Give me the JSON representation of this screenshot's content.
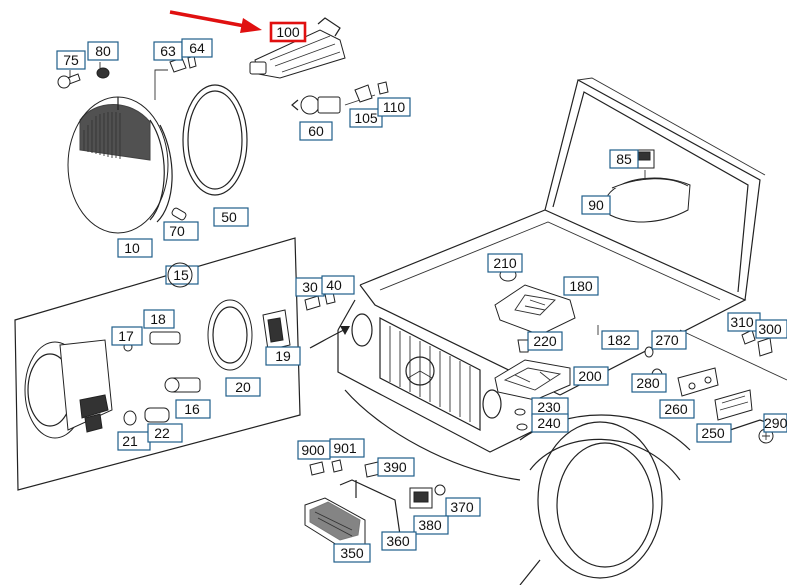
{
  "callouts": {
    "c100": "100",
    "c75": "75",
    "c80": "80",
    "c63": "63",
    "c64": "64",
    "c60": "60",
    "c105": "105",
    "c110": "110",
    "c85": "85",
    "c90": "90",
    "c70": "70",
    "c50": "50",
    "c10": "10",
    "c15": "15",
    "c18": "18",
    "c17": "17",
    "c30": "30",
    "c40": "40",
    "c19": "19",
    "c20": "20",
    "c16": "16",
    "c21": "21",
    "c22": "22",
    "c210": "210",
    "c180": "180",
    "c220": "220",
    "c182": "182",
    "c270": "270",
    "c310": "310",
    "c300": "300",
    "c200": "200",
    "c280": "280",
    "c260": "260",
    "c230": "230",
    "c240": "240",
    "c250": "250",
    "c290": "290",
    "c900": "900",
    "c901": "901",
    "c390": "390",
    "c370": "370",
    "c380": "380",
    "c360": "360",
    "c350": "350"
  },
  "highlight": {
    "callout": "100",
    "color": "#e01010"
  },
  "colors": {
    "callout_border": "#1f5e8a",
    "arrow": "#e01010",
    "line": "#222222"
  }
}
